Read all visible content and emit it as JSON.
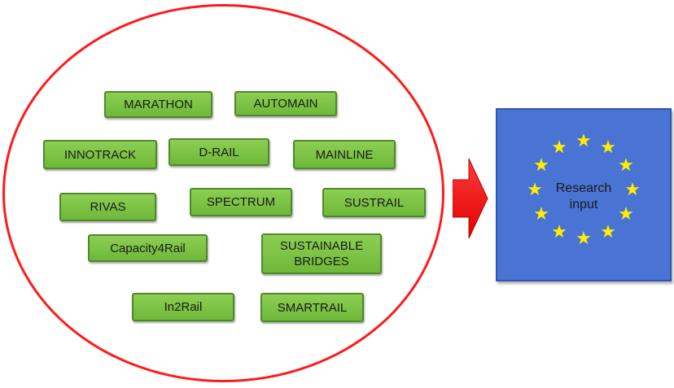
{
  "projects": [
    "MARATHON",
    "AUTOMAIN",
    "INNOTRACK",
    "D-RAIL",
    "MAINLINE",
    "RIVAS",
    "SPECTRUM",
    "SUSTRAIL",
    "Capacity4Rail",
    "SUSTAINABLE\nBRIDGES",
    "In2Rail",
    "SMARTRAIL"
  ],
  "flag": {
    "label": "Research\ninput",
    "star_glyph": "★",
    "star_count": 12
  },
  "colors": {
    "ellipse": "#ff1a1a",
    "project_fill": "#7cc444",
    "arrow": "#ff1a1a",
    "flag_fill": "#4a74d4",
    "star": "#ffee00"
  }
}
